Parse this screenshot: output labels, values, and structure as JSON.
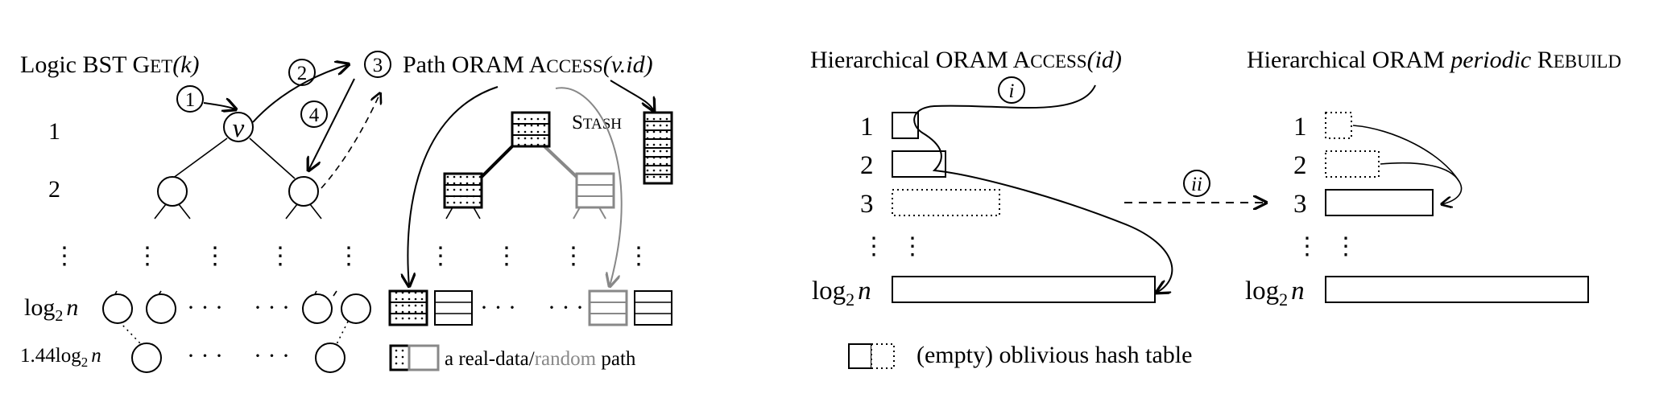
{
  "left": {
    "title_prefix": "Logic BST ",
    "title_op_cap": "G",
    "title_op_rest": "ET",
    "title_args": "(k)",
    "oram_prefix": "Path ORAM ",
    "oram_op_cap": "A",
    "oram_op_rest": "CCESS",
    "oram_args": "(v.id)",
    "root_symbol": "v",
    "step_labels": [
      "1",
      "2",
      "3",
      "4"
    ],
    "level_labels": [
      "1",
      "2",
      "log",
      "2",
      "n",
      "1.44",
      "log",
      "2",
      "n"
    ],
    "vdots": "⋮",
    "hdots": "· · ·",
    "stash_cap": "S",
    "stash_rest": "TASH",
    "legend_part1": "a real-data/",
    "legend_part2": "random",
    "legend_part3": " path"
  },
  "right": {
    "access_prefix": "Hierarchical ORAM ",
    "access_op_cap": "A",
    "access_op_rest": "CCESS",
    "access_args": "(id)",
    "rebuild_prefix": "Hierarchical ORAM ",
    "rebuild_periodic": "periodic",
    "rebuild_op_cap": " R",
    "rebuild_op_rest": "EBUILD",
    "marker_i": "i",
    "marker_ii": "ii",
    "level_labels": [
      "1",
      "2",
      "3",
      "log",
      "2",
      "n"
    ],
    "legend_text": "(empty) oblivious hash table"
  },
  "colors": {
    "ink": "#000000",
    "random_path": "#888888"
  }
}
